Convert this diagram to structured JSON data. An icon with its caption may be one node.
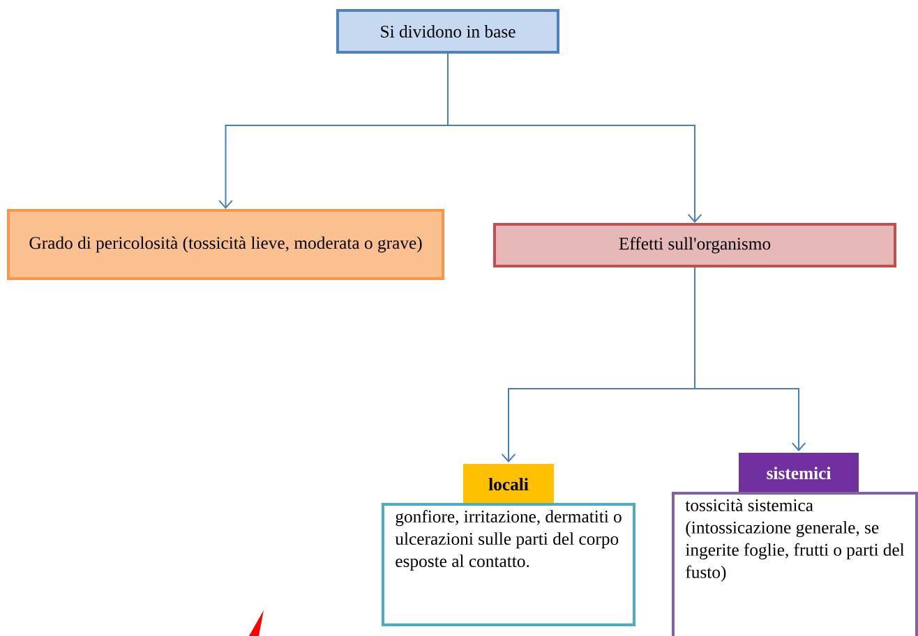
{
  "diagram": {
    "nodes": [
      {
        "text": [
          "Si dividono in base"
        ]
      },
      {
        "text": [
          "Grado di pericolosità (tossicità lieve, moderata o grave)"
        ]
      },
      {
        "text": [
          "Effetti sull'organismo"
        ]
      },
      {
        "text": [
          "locali"
        ]
      },
      {
        "text": [
          "gonfiore, irritazione, dermatiti o ulcerazioni sulle parti del corpo esposte al contatto."
        ]
      },
      {
        "text": [
          "sistemici"
        ]
      },
      {
        "text": [
          "tossicità sistemica (intossicazione generale, se ingerite foglie, frutti o parti del fusto)"
        ]
      }
    ],
    "edges": [
      {
        "from": 0,
        "to": 1,
        "arrow": "to"
      },
      {
        "from": 0,
        "to": 2,
        "arrow": "to"
      },
      {
        "from": 2,
        "to": 3,
        "arrow": "to"
      },
      {
        "from": 2,
        "to": 5,
        "arrow": "to"
      }
    ]
  }
}
